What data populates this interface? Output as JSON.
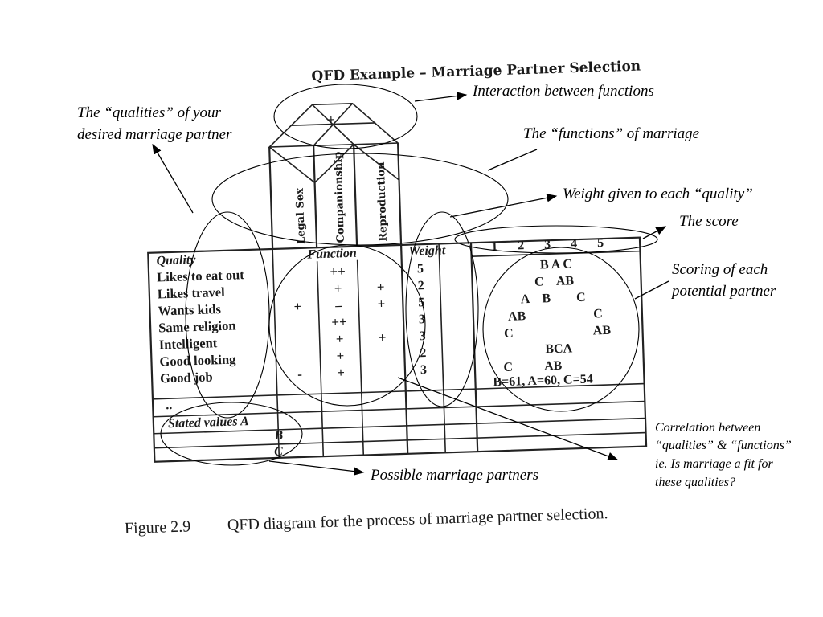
{
  "title": "QFD Example – Marriage Partner Selection",
  "roof_mark": "+",
  "functions": [
    "Legal Sex",
    "Companionship",
    "Reproduction"
  ],
  "headers": {
    "quality": "Quality",
    "function": "Function",
    "weight": "Weight"
  },
  "score_scale": [
    "1",
    "2",
    "3",
    "4",
    "5"
  ],
  "qualities": [
    {
      "name": "Likes to eat out",
      "marks": [
        "",
        "++",
        ""
      ],
      "weight": "5",
      "score": "B A C"
    },
    {
      "name": "Likes travel",
      "marks": [
        "",
        "+",
        "+"
      ],
      "weight": "2",
      "score": "C    AB"
    },
    {
      "name": "Wants kids",
      "marks": [
        "+",
        "–",
        "+"
      ],
      "weight": "5",
      "score": "A    B        C"
    },
    {
      "name": "Same religion",
      "marks": [
        "",
        "++",
        ""
      ],
      "weight": "3",
      "score": "AB                     C"
    },
    {
      "name": "Intelligent",
      "marks": [
        "",
        "+",
        "+"
      ],
      "weight": "3",
      "score": "C                         AB"
    },
    {
      "name": "Good looking",
      "marks": [
        "",
        "+",
        ""
      ],
      "weight": "2",
      "score": "BCA"
    },
    {
      "name": "Good job",
      "marks": [
        "-",
        "+",
        ""
      ],
      "weight": "3",
      "score": "C          AB"
    }
  ],
  "total_score": "B=61, A=60, C=54",
  "ellipsis": "..",
  "stated_values": [
    "Stated values A",
    "B",
    "C"
  ],
  "caption": {
    "number": "Figure 2.9",
    "text": "QFD diagram for the process of marriage partner selection."
  },
  "annotations": {
    "interaction": "Interaction between functions",
    "qualities": [
      "The “qualities” of your",
      "desired marriage partner"
    ],
    "functions": "The “functions” of marriage",
    "weight": "Weight given to each “quality”",
    "score": "The score",
    "scoring": [
      "Scoring of each",
      "potential partner"
    ],
    "correlation": [
      "Correlation between",
      "“qualities” & “functions”",
      "ie. Is marriage a fit for",
      "these qualities?"
    ],
    "partners": "Possible marriage partners"
  }
}
